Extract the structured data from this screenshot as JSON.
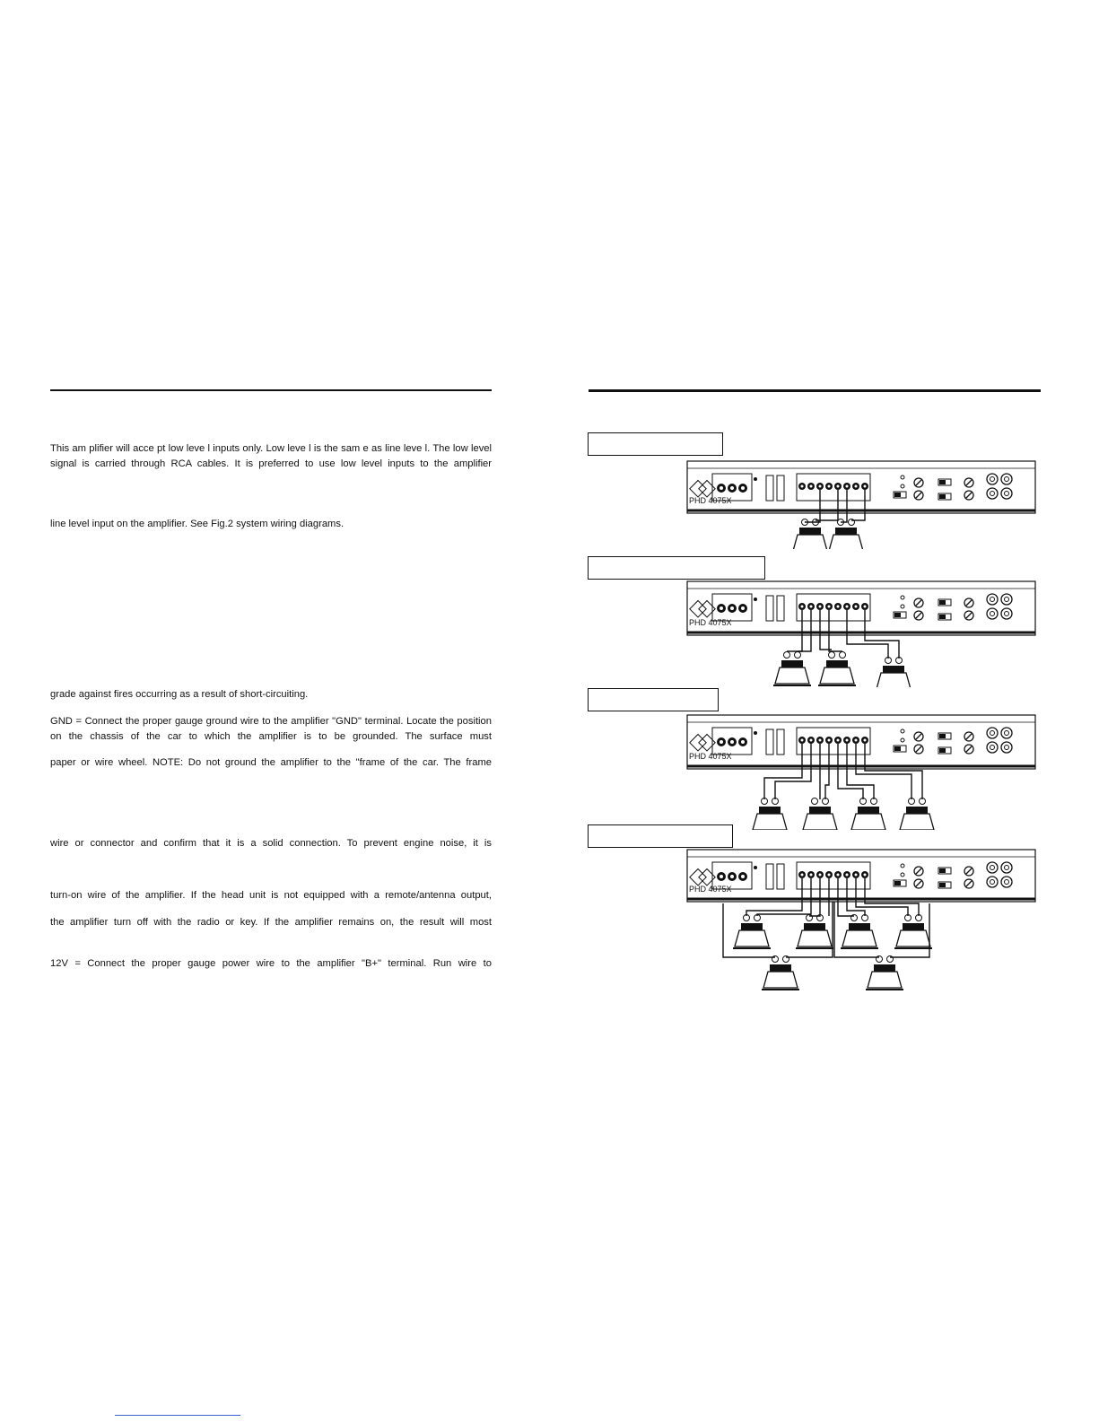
{
  "left_column": {
    "paragraphs": [
      "This am plifier will acce pt low leve l inputs only. Low leve l is the sam e as line leve l. The low level signal is carried through RCA cables. It is preferred to use low level inputs to the amplifier",
      "line level input on the amplifier. See Fig.2 system wiring diagrams.",
      "grade against  fires occurring as a result of short-circuiting.",
      "GND = Connect the proper gauge ground wire to the amplifier \"GND\" terminal. Locate the position on the chassis of the car to which the amplifier is to be grounded. The surface must",
      "paper or wire wheel. NOTE: Do not ground the amplifier to the \"frame of the car. The frame",
      "wire or connector and confirm that it is a solid connection. To prevent engine noise, it is",
      "turn-on wire of the amplifier. If the head unit is not equipped with a remote/antenna output,",
      "the amplifier turn off with the radio or key. If the amplifier remains on, the result will most",
      "12V = Connect the proper gauge power wire to the amplifier \"B+\" terminal. Run wire to"
    ]
  },
  "right_column": {
    "diagrams": [
      {
        "label_box": "",
        "amp_model": "PHD 4075X"
      },
      {
        "label_box": "",
        "amp_model": "PHD 4075X"
      },
      {
        "label_box": "",
        "amp_model": "PHD 4075X"
      },
      {
        "label_box": "",
        "amp_model": "PHD 4075X"
      }
    ]
  }
}
